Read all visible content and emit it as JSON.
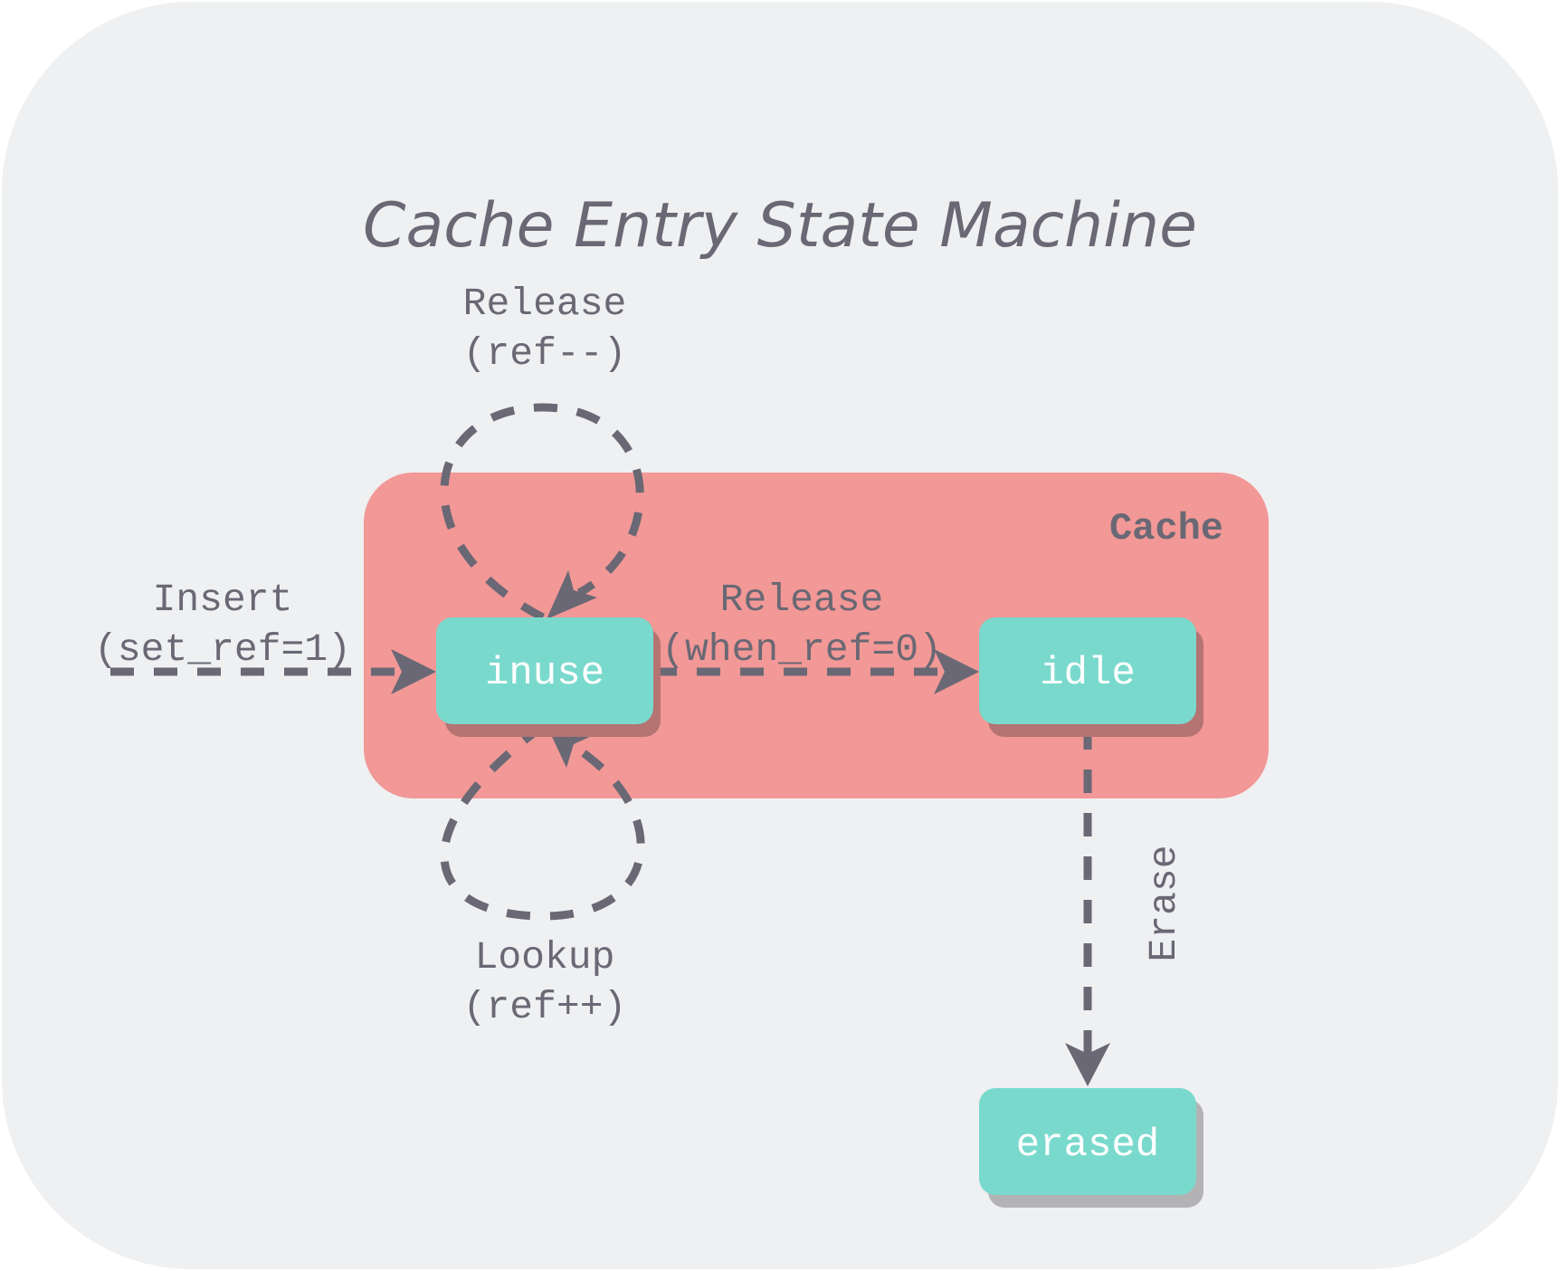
{
  "diagram": {
    "title": "Cache Entry State Machine",
    "cluster": {
      "label": "Cache"
    },
    "nodes": {
      "inuse": {
        "label": "inuse"
      },
      "idle": {
        "label": "idle"
      },
      "erased": {
        "label": "erased"
      }
    },
    "edges": {
      "insert": {
        "line1": "Insert",
        "line2": "(set_ref=1)",
        "from": "start",
        "to": "inuse"
      },
      "release_self": {
        "line1": "Release",
        "line2": "(ref--)",
        "from": "inuse",
        "to": "inuse"
      },
      "lookup_self": {
        "line1": "Lookup",
        "line2": "(ref++)",
        "from": "inuse",
        "to": "inuse"
      },
      "release_idle": {
        "line1": "Release",
        "line2": "(when_ref=0)",
        "from": "inuse",
        "to": "idle"
      },
      "erase": {
        "label": "Erase",
        "from": "idle",
        "to": "erased"
      }
    },
    "colors": {
      "background": "#eff0f2",
      "cluster": "#f29896",
      "node": "#7ad9cd",
      "edge": "#696874",
      "node_shadow_in_cluster": "#b57372",
      "node_shadow_outside": "#b3b3b5"
    }
  }
}
